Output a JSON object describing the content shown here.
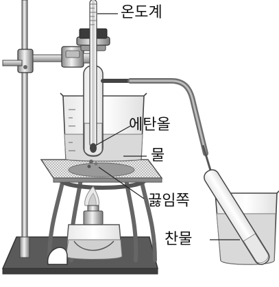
{
  "labels": {
    "thermometer": "온도계",
    "ethanol": "에탄올",
    "water": "물",
    "boiling_chips": "끓임쪽",
    "cold_water": "찬물"
  },
  "colors": {
    "stroke": "#333333",
    "metal": "#cfcfcf",
    "water": "#d9d9d9",
    "stand_base": "#5a5a5a"
  }
}
